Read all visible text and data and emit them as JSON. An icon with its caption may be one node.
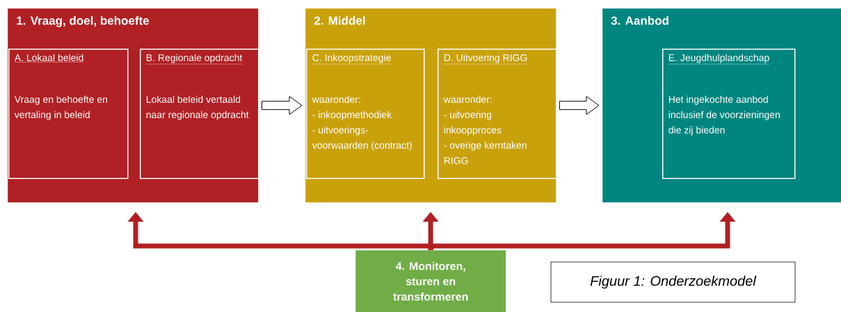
{
  "diagram": {
    "caption": "Figuur 1: Onderzoekmodel",
    "nodes": [
      {
        "text": [
          "1. Vraag, doel, behoefte"
        ]
      },
      {
        "text": [
          "A. Lokaal beleid",
          "Vraag en behoefte en vertaling in beleid"
        ],
        "in": 0
      },
      {
        "text": [
          "B. Regionale opdracht",
          "Lokaal beleid vertaald naar regionale opdracht"
        ],
        "in": 0
      },
      {
        "text": [
          "2. Middel"
        ]
      },
      {
        "text": [
          "C. Inkoopstrategie",
          "waaronder:",
          "- inkoopmethodiek",
          "- uitvoerings-voorwaarden (contract)"
        ],
        "in": 3
      },
      {
        "text": [
          "D. Uitvoering RIGG",
          "waaronder:",
          "- uitvoering inkoopproces",
          "- overige kerntaken RIGG"
        ],
        "in": 3
      },
      {
        "text": [
          "3. Aanbod"
        ]
      },
      {
        "text": [
          "E. Jeugdhulplandschap",
          "Het ingekochte aanbod inclusief de voorzieningen die zij bieden"
        ],
        "in": 6
      },
      {
        "text": [
          "4. Monitoren, sturen en transformeren"
        ]
      }
    ],
    "edges": [
      {
        "from": 0,
        "to": 3,
        "arrow": "to"
      },
      {
        "from": 3,
        "to": 6,
        "arrow": "to"
      },
      {
        "from": 8,
        "to": 0,
        "arrow": "to",
        "color": "#b02024"
      },
      {
        "from": 8,
        "to": 3,
        "arrow": "to",
        "color": "#b02024"
      },
      {
        "from": 8,
        "to": 6,
        "arrow": "to",
        "color": "#b02024"
      }
    ]
  }
}
